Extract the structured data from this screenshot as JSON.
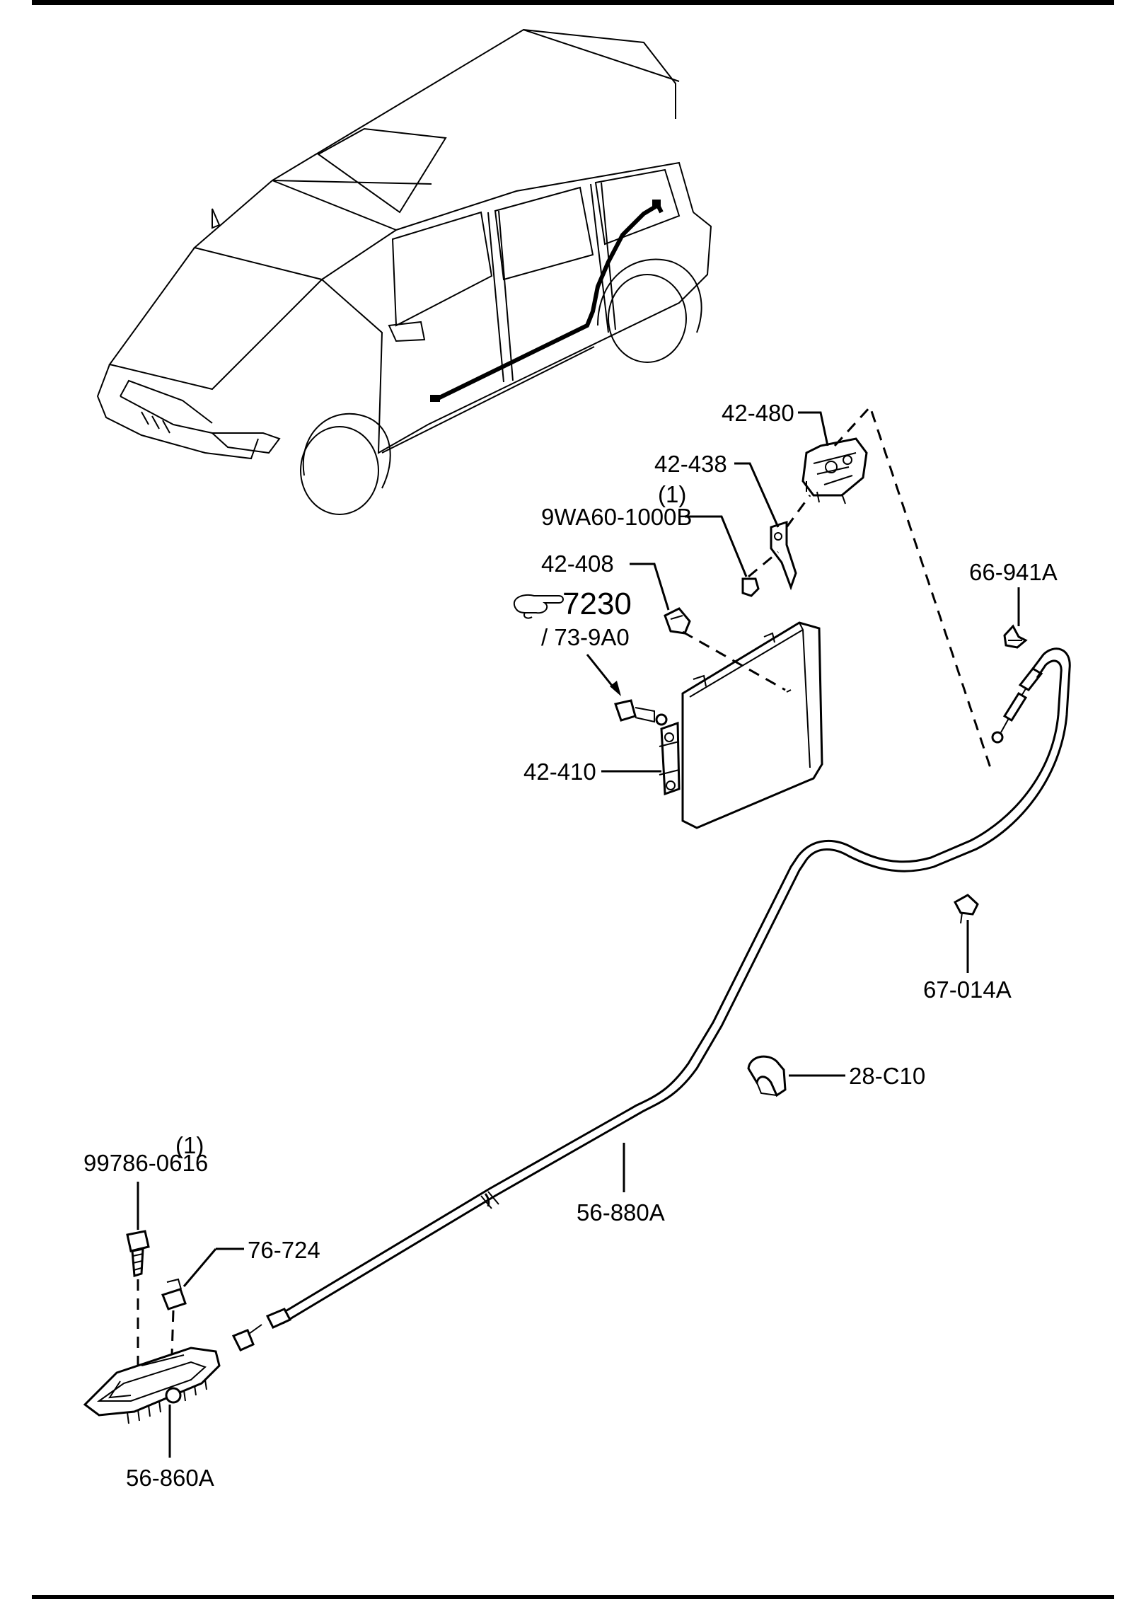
{
  "diagram": {
    "callouts": {
      "p42_480": "42-480",
      "p42_438": "42-438",
      "qty_bolt": "(1)",
      "p9wa60": "9WA60-1000B",
      "p42_408": "42-408",
      "ref_7230": "7230",
      "ref_73_9a0": "/ 73-9A0",
      "p66_941a": "66-941A",
      "p42_410": "42-410",
      "p67_014a": "67-014A",
      "p28_c10": "28-C10",
      "qty_screw": "(1)",
      "p99786": "99786-0616",
      "p76_724": "76-724",
      "p56_880a": "56-880A",
      "p56_860a": "56-860A"
    },
    "icons": {
      "reference": "pointing-hand-icon"
    },
    "colors": {
      "line": "#000000",
      "background": "#ffffff"
    }
  }
}
